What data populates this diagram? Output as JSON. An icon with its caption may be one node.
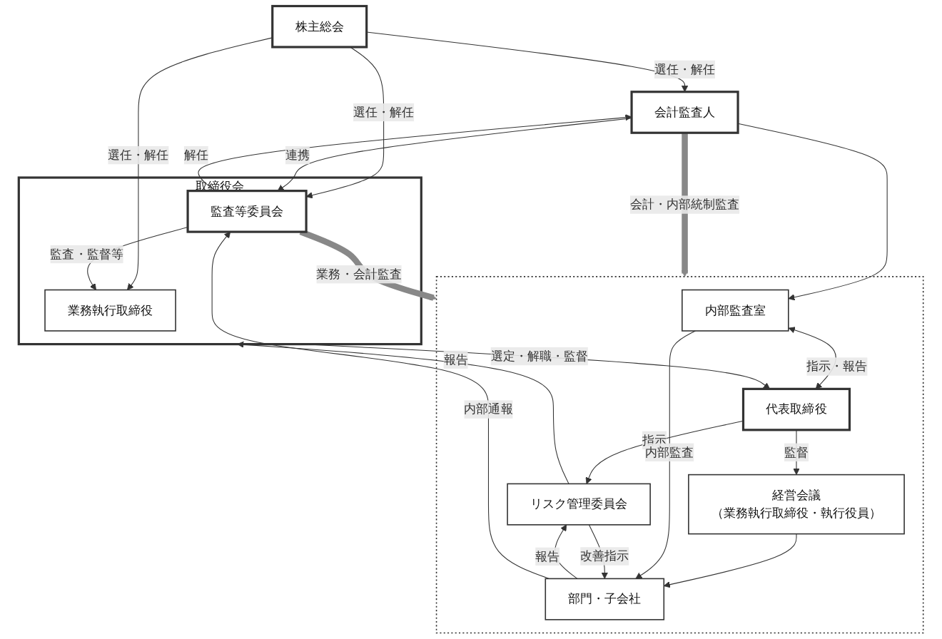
{
  "diagram": {
    "nodes": [
      {
        "text": [
          "株主総会"
        ]
      },
      {
        "text": [
          "会計監査人"
        ]
      },
      {
        "text": [
          "取締役会"
        ]
      },
      {
        "text": [
          "監査等委員会"
        ],
        "in": 2
      },
      {
        "text": [
          "業務執行取締役"
        ],
        "in": 2
      },
      {
        "text": [],
        "shape": "box"
      },
      {
        "text": [
          "内部監査室"
        ],
        "in": 5
      },
      {
        "text": [
          "代表取締役"
        ],
        "in": 5
      },
      {
        "text": [
          "経営会議",
          "（業務執行取締役・執行役員）"
        ],
        "in": 5
      },
      {
        "text": [
          "部門・子会社"
        ],
        "in": 5
      },
      {
        "text": [
          "リスク管理委員会"
        ],
        "in": 5
      }
    ],
    "edges": [
      {
        "from": 0,
        "to": 1,
        "arrow": "to",
        "label": "選任・解任"
      },
      {
        "from": 0,
        "to": 3,
        "arrow": "to",
        "label": "選任・解任"
      },
      {
        "from": 0,
        "to": 4,
        "arrow": "to",
        "label": "選任・解任"
      },
      {
        "from": 3,
        "to": 1,
        "arrow": "to",
        "label": "解任"
      },
      {
        "from": 1,
        "to": 3,
        "arrow": "to",
        "label": "連携"
      },
      {
        "from": 3,
        "to": 4,
        "arrow": "to",
        "label": "監査・監督等"
      },
      {
        "from": 1,
        "to": 6,
        "arrow": "to"
      },
      {
        "from": 1,
        "to": 5,
        "arrow": "to",
        "label": "会計・内部統制監査",
        "style": "thick",
        "color": "#888888"
      },
      {
        "from": 3,
        "to": 5,
        "arrow": "to",
        "label": "業務・会計監査",
        "style": "thick",
        "color": "#888888"
      },
      {
        "from": 2,
        "to": 7,
        "arrow": "to",
        "label": "選定・解職・監督"
      },
      {
        "from": 6,
        "to": 7,
        "arrow": "both",
        "label": "指示・報告"
      },
      {
        "from": 7,
        "to": 10,
        "arrow": "to",
        "label": "指示"
      },
      {
        "from": 7,
        "to": 8,
        "arrow": "to",
        "label": "監督"
      },
      {
        "from": 8,
        "to": 9,
        "arrow": "to"
      },
      {
        "from": 6,
        "to": 9,
        "arrow": "to",
        "label": "内部監査"
      },
      {
        "from": 9,
        "to": 10,
        "arrow": "to",
        "label": "報告"
      },
      {
        "from": 10,
        "to": 9,
        "arrow": "to",
        "label": "改善指示"
      },
      {
        "from": 10,
        "to": 2,
        "arrow": "to",
        "label": "報告"
      },
      {
        "from": 9,
        "to": 3,
        "arrow": "to",
        "label": "内部通報"
      }
    ]
  }
}
